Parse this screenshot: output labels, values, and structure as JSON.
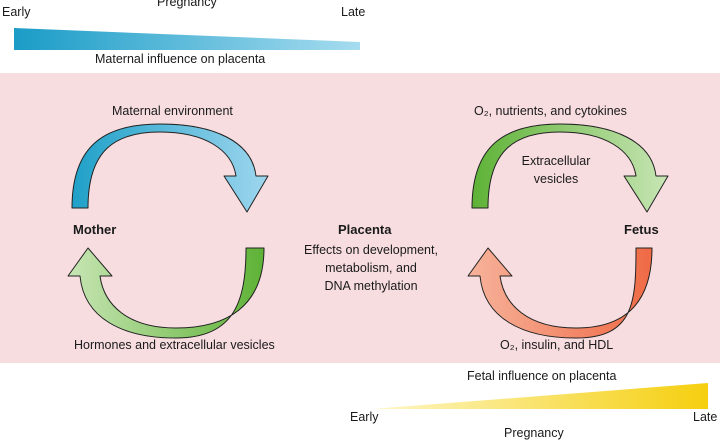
{
  "maternal_timeline": {
    "early_label": "Early",
    "pregnancy_label": "Pregnancy",
    "late_label": "Late",
    "caption": "Maternal influence on placenta"
  },
  "fetal_timeline": {
    "early_label": "Early",
    "pregnancy_label": "Pregnancy",
    "late_label": "Late",
    "caption": "Fetal influence on placenta"
  },
  "left_cycle": {
    "top_label": "Maternal environment",
    "node_label": "Mother",
    "bottom_label": "Hormones and extracellular vesicles"
  },
  "center": {
    "title": "Placenta",
    "line1": "Effects on development,",
    "line2": "metabolism, and",
    "line3": "DNA methylation"
  },
  "right_cycle": {
    "top_label": "O₂, nutrients, and cytokines",
    "inner_line1": "Extracellular",
    "inner_line2": "vesicles",
    "node_label": "Fetus",
    "bottom_label": "O₂, insulin, and HDL"
  },
  "colors": {
    "panel_bg": "#f7dde0",
    "maternal_bar_start": "#1a9cc7",
    "maternal_bar_end": "#a6dcef",
    "fetal_bar_start": "#fdf6c6",
    "fetal_bar_end": "#f5cf0f",
    "teal_dark": "#1fa0c8",
    "teal_light": "#9ed6ee",
    "green_dark": "#5eb236",
    "green_light": "#c7e5b4",
    "orange_dark": "#f06a45",
    "orange_light": "#f6b39b"
  }
}
